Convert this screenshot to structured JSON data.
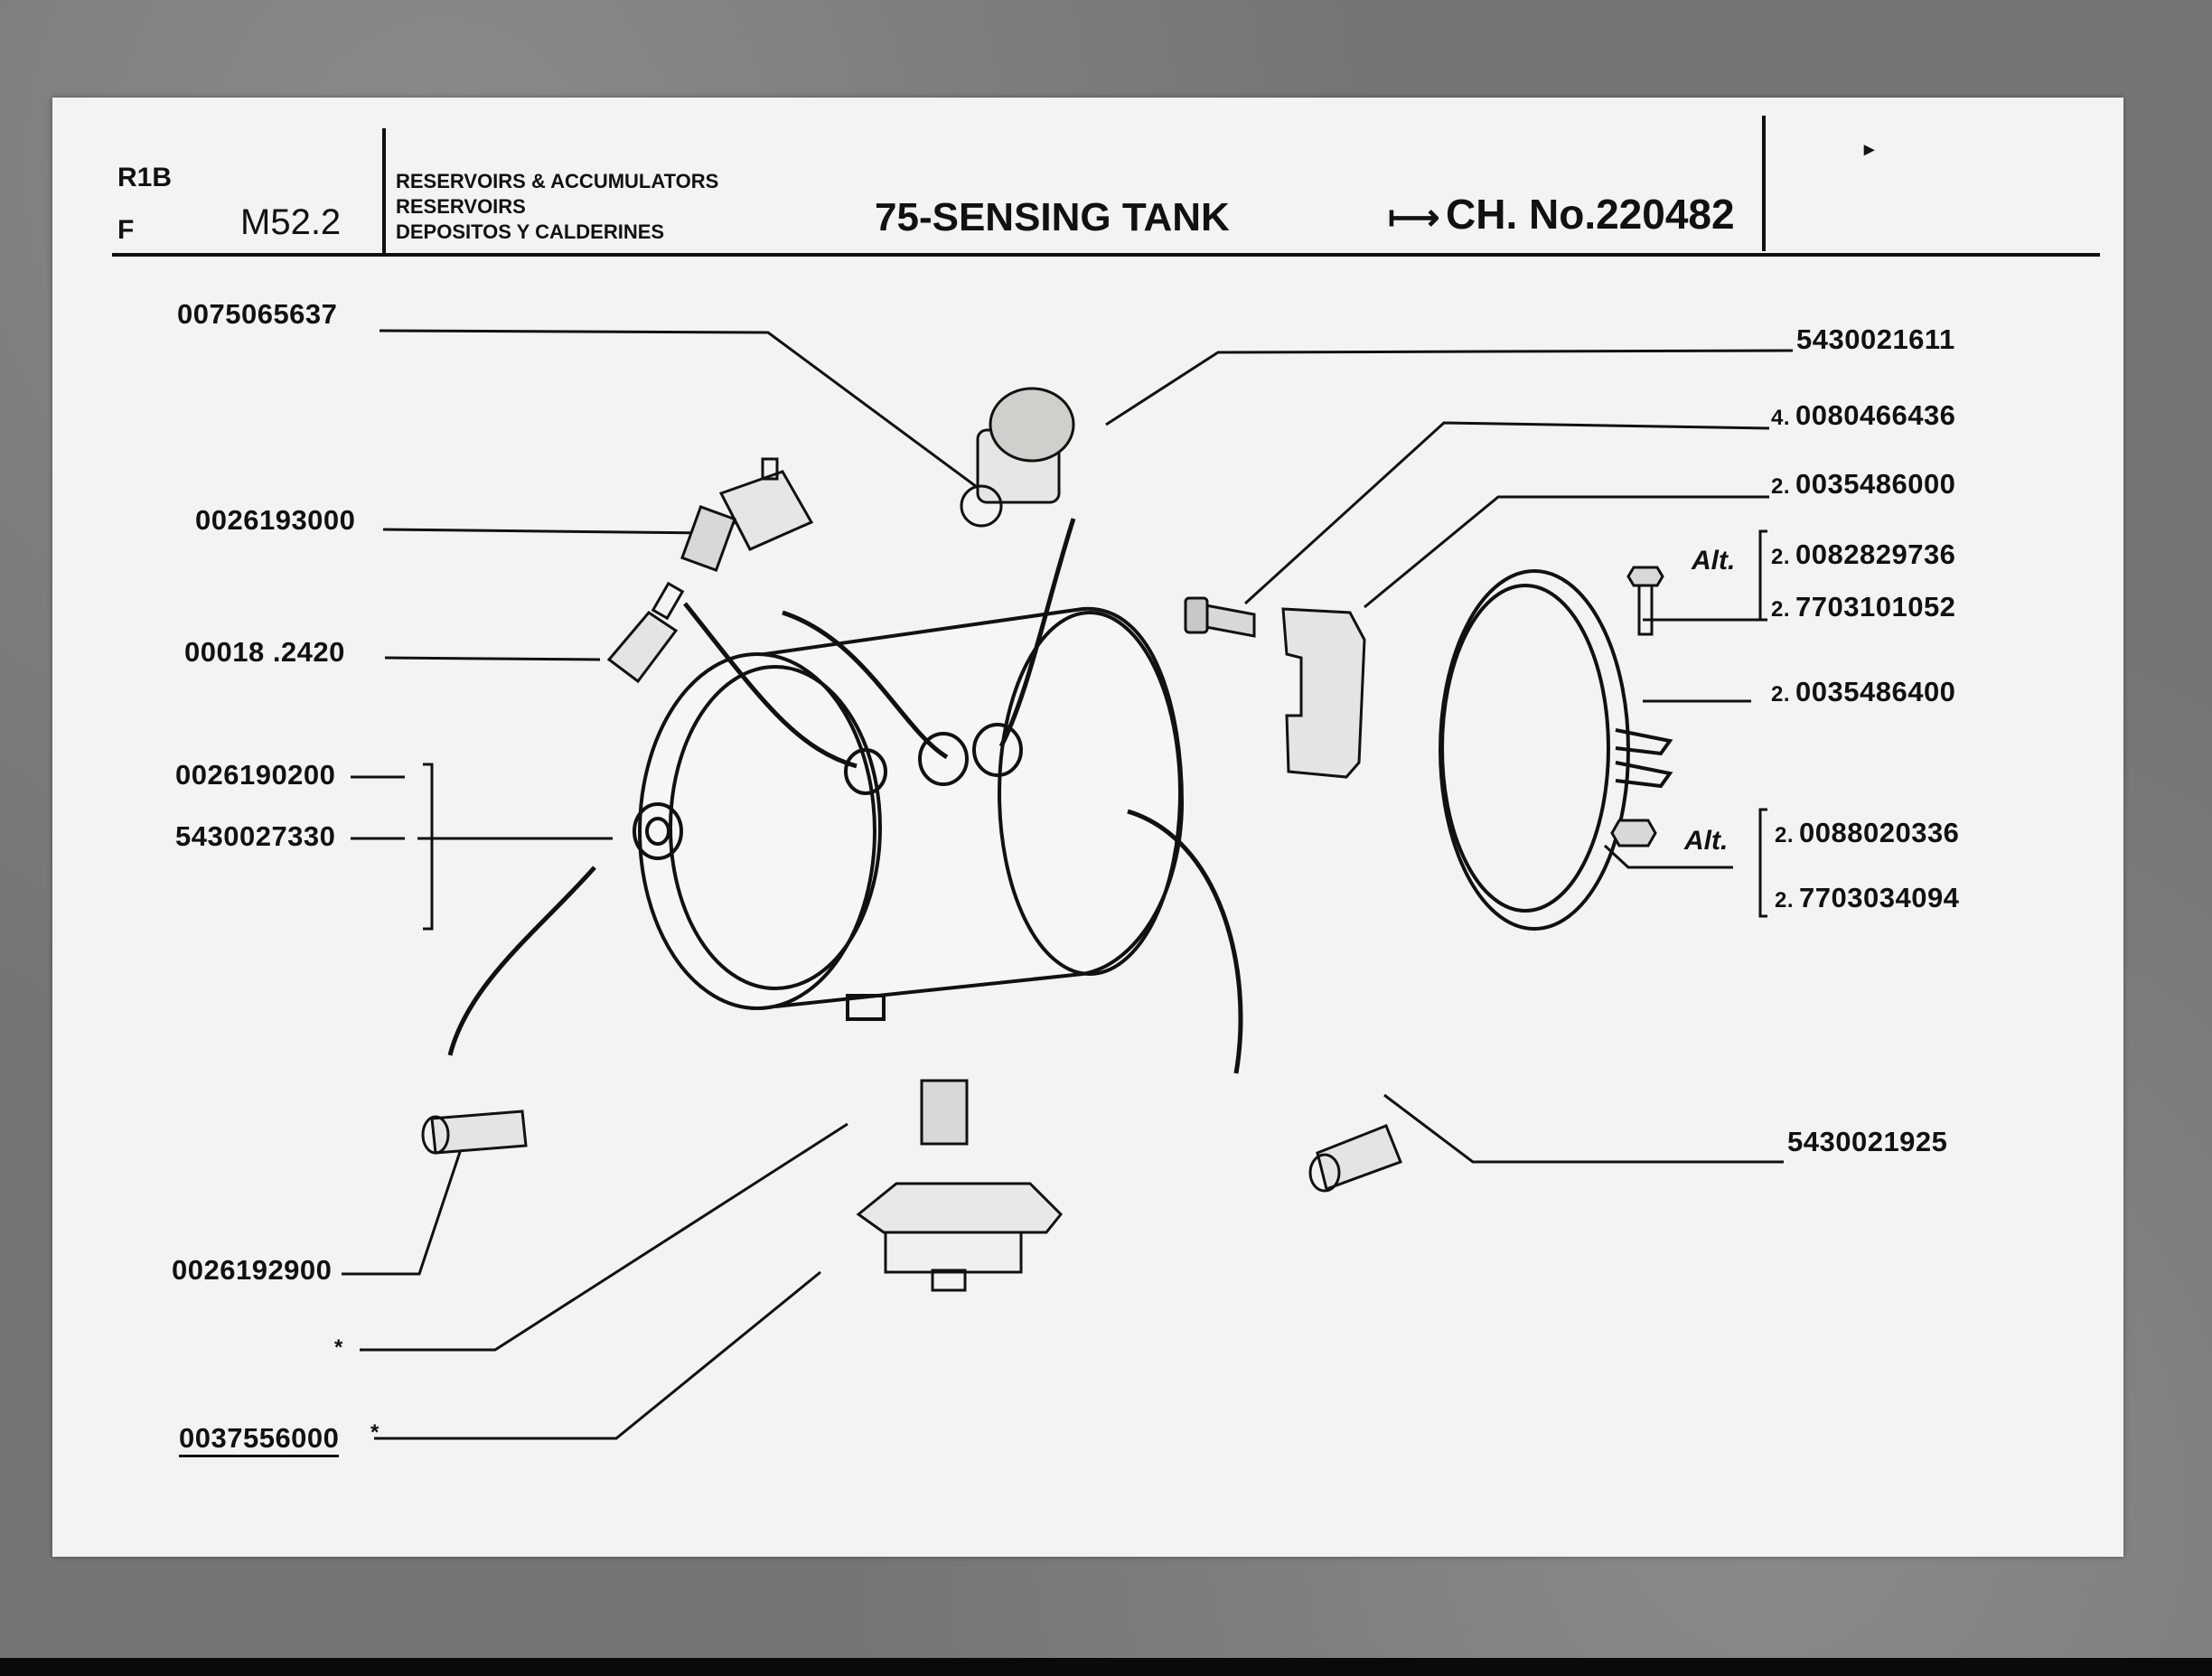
{
  "header": {
    "model": "R1B",
    "lang": "F",
    "page_code": "M52.2",
    "group_lines": [
      "RESERVOIRS & ACCUMULATORS",
      "RESERVOIRS",
      "DEPOSITOS Y CALDERINES"
    ],
    "title": "75-SENSING TANK",
    "chassis": "CH. No.220482"
  },
  "parts_left": [
    {
      "number": "0075065637"
    },
    {
      "number": "0026193000"
    },
    {
      "number": "00018 .2420"
    },
    {
      "number": "0026190200"
    },
    {
      "number": "5430027330"
    },
    {
      "number": "0026192900"
    },
    {
      "number": "*"
    },
    {
      "number": "0037556000",
      "suffix": "*"
    }
  ],
  "parts_right": [
    {
      "qty": "",
      "number": "5430021611"
    },
    {
      "qty": "4.",
      "number": "0080466436"
    },
    {
      "qty": "2.",
      "number": "0035486000"
    },
    {
      "qty": "2.",
      "number": "0082829736"
    },
    {
      "qty": "2.",
      "number": "7703101052"
    },
    {
      "qty": "2.",
      "number": "0035486400"
    },
    {
      "qty": "2.",
      "number": "0088020336"
    },
    {
      "qty": "2.",
      "number": "7703034094"
    },
    {
      "qty": "",
      "number": "5430021925"
    }
  ],
  "alt_labels": [
    "Alt.",
    "Alt."
  ],
  "colors": {
    "paper": "#f3f3f1",
    "ink": "#111111",
    "background": "#757575"
  }
}
